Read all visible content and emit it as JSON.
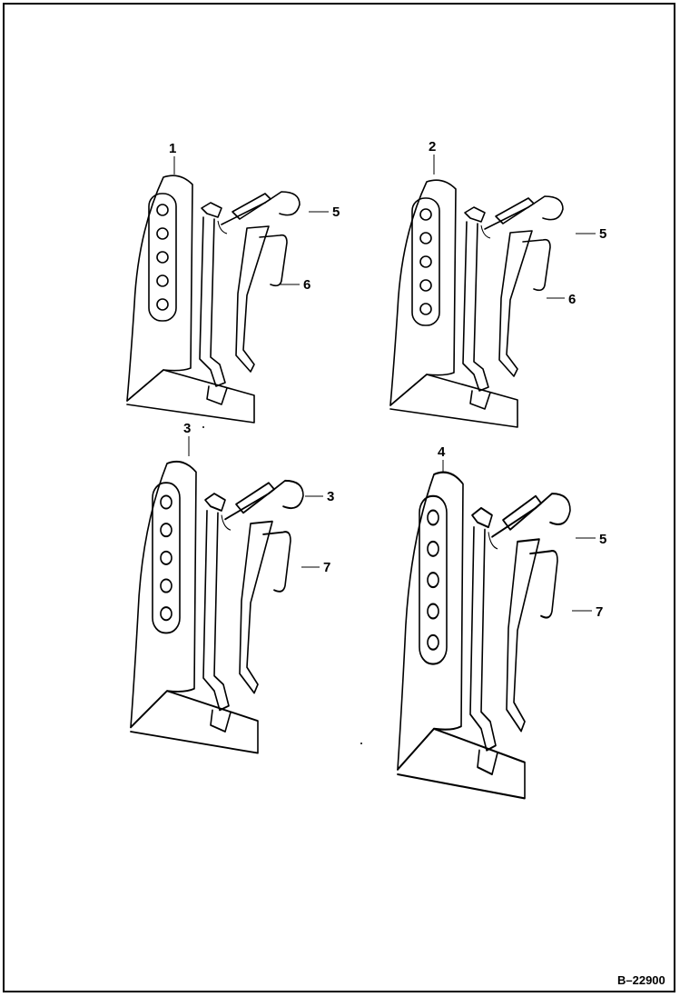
{
  "diagram": {
    "reference": "B–22900",
    "views": [
      {
        "id": "1",
        "callouts": [
          "5",
          "6"
        ]
      },
      {
        "id": "2",
        "callouts": [
          "5",
          "6"
        ]
      },
      {
        "id": "3",
        "callouts": [
          "3",
          "7"
        ]
      },
      {
        "id": "4",
        "callouts": [
          "5",
          "7"
        ]
      }
    ]
  }
}
